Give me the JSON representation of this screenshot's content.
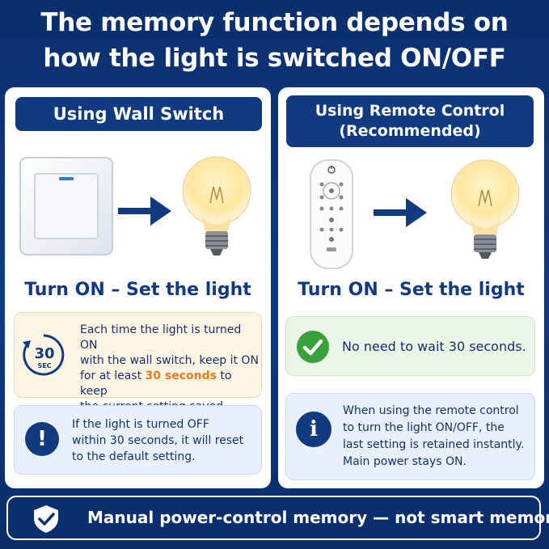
{
  "title": {
    "line1": "The memory function depends on",
    "line2": "how the light is switched ON/OFF"
  },
  "left": {
    "tab_label": "Using Wall Switch",
    "heading": "Turn ON – Set the light",
    "timer_icon": {
      "number": "30",
      "unit": "SEC"
    },
    "warning": {
      "line1": "Each time the light is turned ON",
      "line2": "with the wall switch, keep it ON",
      "line3_pre": "for at least ",
      "line3_highlight": "30 seconds",
      "line3_post": " to keep",
      "line4": "the current setting saved."
    },
    "notice": {
      "line1": "If the light is turned OFF",
      "line2": "within 30 seconds, it will reset",
      "line3": "to the default setting."
    }
  },
  "right": {
    "tab_line1": "Using Remote Control",
    "tab_line2": "(Recommended)",
    "heading": "Turn ON – Set the light",
    "ok_text": "No need to wait 30 seconds.",
    "info": {
      "line1": "When using the remote control",
      "line2": "to turn the light ON/OFF, the",
      "line3": "last setting is retained instantly.",
      "line4": "Main power stays ON."
    }
  },
  "footer": {
    "text": "Manual power-control memory — not smart memory."
  },
  "colors": {
    "navy": "#123a80",
    "background": "#0b2f6e",
    "highlight": "#ee7a1d",
    "ok_green": "#3aa13a"
  },
  "icons": [
    "wall-switch-icon",
    "arrow-right-icon",
    "light-bulb-icon",
    "remote-control-icon",
    "timer-30-sec-icon",
    "exclamation-icon",
    "checkmark-icon",
    "info-icon",
    "shield-check-icon"
  ]
}
